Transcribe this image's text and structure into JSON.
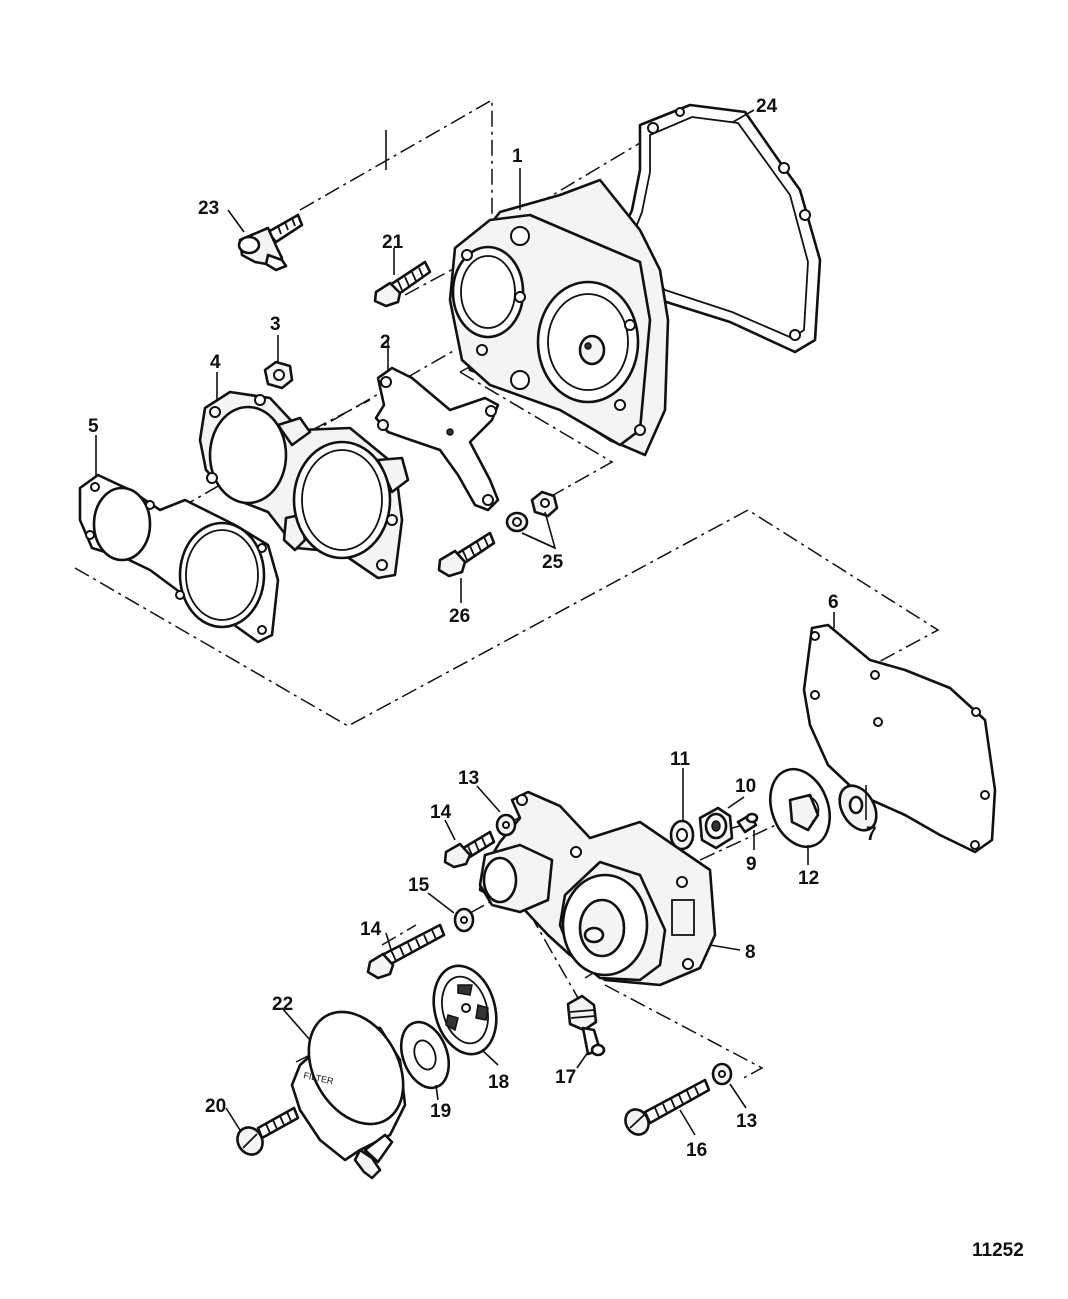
{
  "figure_code": "11252",
  "callouts": {
    "c1": "1",
    "c2": "2",
    "c3": "3",
    "c4": "4",
    "c5": "5",
    "c6": "6",
    "c7": "7",
    "c8": "8",
    "c9": "9",
    "c10": "10",
    "c11": "11",
    "c12": "12",
    "c13a": "13",
    "c13b": "13",
    "c14a": "14",
    "c14b": "14",
    "c15": "15",
    "c16": "16",
    "c17": "17",
    "c18": "18",
    "c19": "19",
    "c20": "20",
    "c21": "21",
    "c22": "22",
    "c23": "23",
    "c24": "24",
    "c25": "25",
    "c26": "26"
  },
  "filter_cover_text": "FILTER"
}
